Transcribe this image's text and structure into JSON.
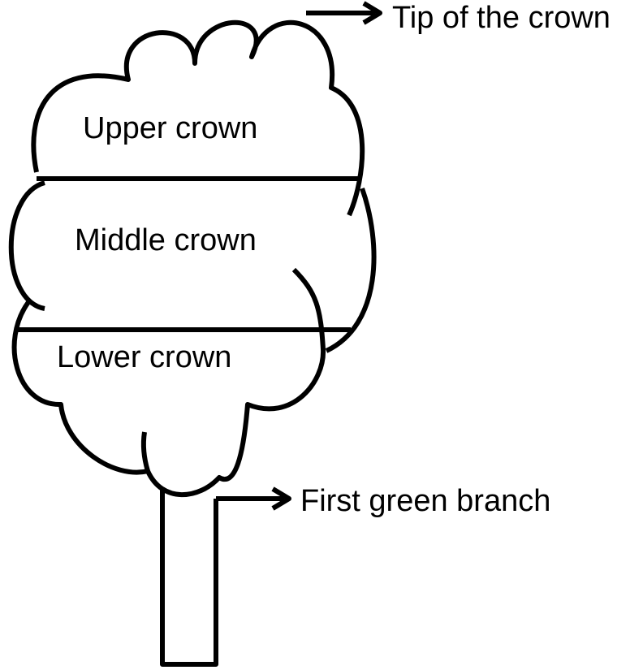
{
  "diagram": {
    "colors": {
      "stroke": "#000000",
      "background": "#ffffff",
      "text": "#000000"
    },
    "crown_sections": {
      "upper": "Upper crown",
      "middle": "Middle crown",
      "lower": "Lower crown"
    },
    "callouts": {
      "tip": "Tip of the crown",
      "first_branch": "First green branch"
    }
  }
}
